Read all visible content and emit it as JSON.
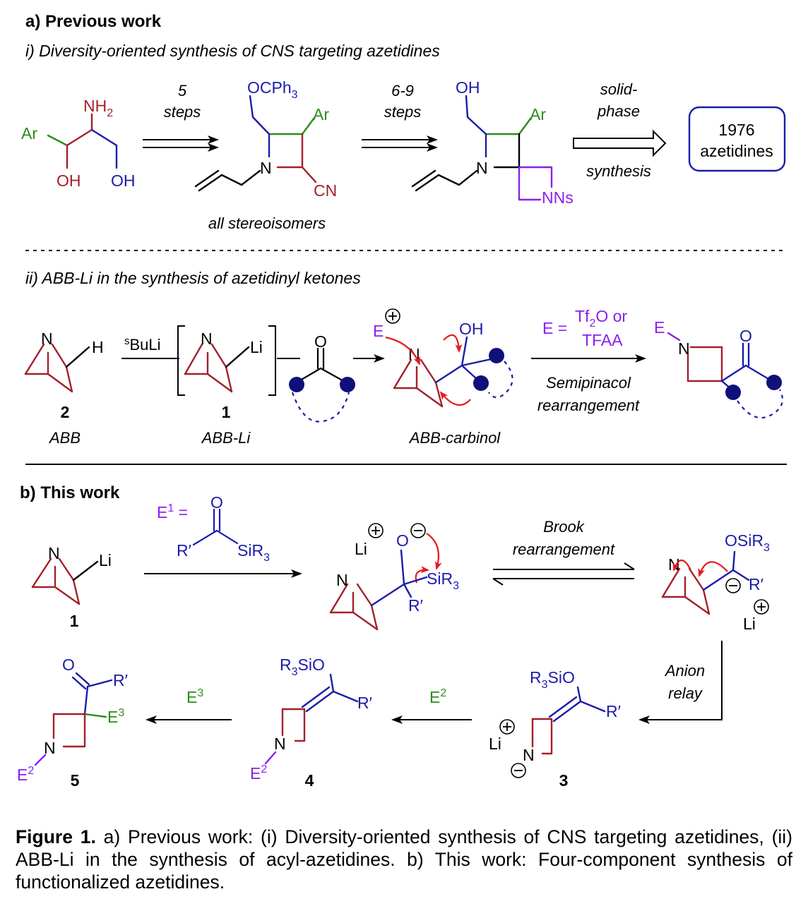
{
  "colors": {
    "black": "#000000",
    "red": "#a3202a",
    "blue": "#1c1caa",
    "green": "#2e8b1d",
    "purple": "#8a1ff0",
    "arrow_red": "#e6191e",
    "navy_dot": "#10107a"
  },
  "panel_a": {
    "heading": "a) Previous work",
    "sub_i": "i) Diversity-oriented synthesis of CNS targeting azetidines",
    "sub_ii": "ii) ABB-Li in the synthesis of azetidinyl ketones",
    "row1": {
      "sm": {
        "nh2": "NH",
        "nh2_sub": "2",
        "ar": "Ar",
        "oh1": "OH",
        "oh2": "OH"
      },
      "arrow1": {
        "top": "5",
        "bottom": "steps"
      },
      "int1": {
        "ocph3": "OCPh",
        "ocph3_sub": "3",
        "ar": "Ar",
        "n": "N",
        "cn": "CN",
        "note": "all stereoisomers"
      },
      "arrow2": {
        "top": "6-9",
        "bottom": "steps"
      },
      "int2": {
        "oh": "OH",
        "ar": "Ar",
        "n": "N",
        "nns": "NNs"
      },
      "arrow3": {
        "top1": "solid-",
        "top2": "phase",
        "bottom": "synthesis"
      },
      "result": {
        "line1": "1976",
        "line2": "azetidines"
      }
    },
    "row2": {
      "abb": {
        "n": "N",
        "h": "H",
        "number": "2",
        "name": "ABB"
      },
      "reagent_sup": "s",
      "reagent": "BuLi",
      "abbli": {
        "n": "N",
        "li": "Li",
        "number": "1",
        "name": "ABB-Li"
      },
      "ketone_o": "O",
      "carbinol": {
        "e": "E",
        "oh": "OH",
        "n": "N",
        "name": "ABB-carbinol"
      },
      "conditions": {
        "e_eq": "E =",
        "tf2o": "Tf",
        "tf2o_sub": "2",
        "tf2o_rest": "O or",
        "tfaa": "TFAA",
        "below1": "Semipinacol",
        "below2": "rearrangement"
      },
      "product": {
        "e": "E",
        "n": "N",
        "o": "O"
      }
    }
  },
  "panel_b": {
    "heading": "b) This work",
    "abbli": {
      "n": "N",
      "li": "Li",
      "number": "1"
    },
    "e1": {
      "label": "E",
      "label_sup": "1",
      "eq": " =",
      "o": "O",
      "r": "R′",
      "sir3": "SiR",
      "sir3_sub": "3"
    },
    "alkoxide": {
      "li": "Li",
      "o": "O",
      "n": "N",
      "sir3": "SiR",
      "sir3_sub": "3",
      "r": "R′"
    },
    "brook": {
      "line1": "Brook",
      "line2": "rearrangement"
    },
    "carbanion": {
      "osir3": "OSiR",
      "osir3_sub": "3",
      "n": "N",
      "r": "R′",
      "li": "Li"
    },
    "relay": {
      "line1": "Anion",
      "line2": "relay"
    },
    "c3": {
      "r3sio": "R",
      "r3sio_sub": "3",
      "r3sio_rest": "SiO",
      "r": "R′",
      "n": "N",
      "li": "Li",
      "number": "3"
    },
    "e2_arrow": {
      "label": "E",
      "label_sup": "2"
    },
    "c4": {
      "r3sio": "R",
      "r3sio_sub": "3",
      "r3sio_rest": "SiO",
      "r": "R′",
      "n": "N",
      "e": "E",
      "e_sup": "2",
      "number": "4"
    },
    "e3_arrow": {
      "label": "E",
      "label_sup": "3"
    },
    "c5": {
      "o": "O",
      "r": "R′",
      "e3": "E",
      "e3_sup": "3",
      "n": "N",
      "e": "E",
      "e_sup": "2",
      "number": "5"
    }
  },
  "caption": {
    "label": "Figure 1.",
    "text": " a) Previous work: (i) Diversity-oriented synthesis of CNS targeting azetidines, (ii) ABB-Li in the synthesis of acyl-azetidines. b) This work: Four-component synthesis of functionalized azetidines."
  }
}
